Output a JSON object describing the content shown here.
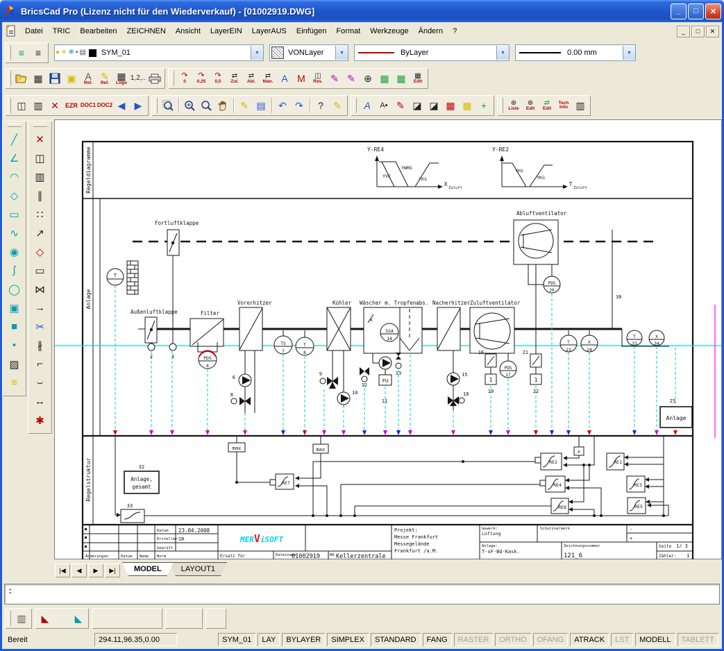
{
  "window": {
    "title": "BricsCad Pro (Lizenz nicht für den Wiederverkauf) - [01002919.DWG]",
    "controls": {
      "minimize": "_",
      "maximize": "□",
      "close": "✕"
    }
  },
  "menu": {
    "items": [
      "Datei",
      "TRIC",
      "Bearbeiten",
      "ZEICHNEN",
      "Ansicht",
      "LayerEIN",
      "LayerAUS",
      "Einfügen",
      "Format",
      "Werkzeuge",
      "Ändern",
      "?"
    ],
    "mdi": {
      "minimize": "_",
      "restore": "□",
      "close": "✕"
    }
  },
  "toolbar_layer": {
    "layer_name": "SYM_01",
    "vonlayer": "VONLayer",
    "linetype": "ByLayer",
    "lineweight": "0.00 mm",
    "dd": "▼"
  },
  "toolbar_tric": {
    "r0": "0",
    "r025": "0,25",
    "r05": "0,5",
    "zul": "Zul.",
    "abl": "Abl.",
    "man": "Man.",
    "a": "A",
    "m": "M",
    "res": "Res.",
    "edit": "Edit",
    "ref": "Ref.",
    "logo": "Logo",
    "num": "1,2,.."
  },
  "toolbar_doc": {
    "ezr": "EZR",
    "doc1": "DOC1",
    "doc2": "DOC2"
  },
  "toolbar_right": {
    "liste": "Liste",
    "edit": "Edit",
    "tech": "Tech",
    "info": "Info"
  },
  "icons": {
    "stack": "≡",
    "table": "▦",
    "copy": "▣",
    "rotate": "↷",
    "bulb": "●",
    "sun": "✳",
    "freeze": "❄",
    "lock": "▪",
    "plot": "▤",
    "swatch": "■",
    "win": "◫",
    "winbar": "▥",
    "winx": "✕",
    "page_prev": "◀",
    "page_next": "▶",
    "props": "▤",
    "undo": "↶",
    "redo": "↷",
    "question": "?",
    "pencil": "✎",
    "highlight": "✎",
    "atext": "A",
    "abox": "A▪",
    "brush": "✎",
    "dshape": "◪",
    "grid": "▦",
    "plus": "⊕",
    "swap": "⇄",
    "book": "▥",
    "pagezoom": "▥",
    "wedge": "◣",
    "target": "⊕",
    "flagplus": "+"
  },
  "tools_draw": {
    "line": "╱",
    "polyline": "∠",
    "arc": "◠",
    "polygon": "◇",
    "rect": "▭",
    "spline": "∿",
    "circle": "◉",
    "curve": "ʃ",
    "ellipse": "◯",
    "box": "▣",
    "solid": "■",
    "point": "•",
    "hatch": "▨",
    "leader": "≡"
  },
  "tools_mod": {
    "erase": "✕",
    "copy": "◫",
    "view": "▥",
    "offset": "∥",
    "array": "∷",
    "poly": "◇",
    "rect2": "▭",
    "movearr": "↗",
    "mirror": "⋈",
    "extend": "→",
    "trim": "✂",
    "break": "∦",
    "chamfer": "⌐",
    "fillet": "⌣",
    "explode": "✱",
    "stretch": "↔"
  },
  "drawing": {
    "sections": {
      "top": "Regeldiagramme",
      "mid": "Anlage",
      "bottom": "Regelstruktur"
    },
    "diag1": {
      "title": "Y-RE4",
      "l1": "YVE",
      "l2": "YWRG",
      "l3": "YKü",
      "ax": "X",
      "axs": "Zuluft"
    },
    "diag2": {
      "title": "Y-RE2",
      "l1": "YHz",
      "l2": "YKü",
      "ax": "T",
      "axs": "Zuluft"
    },
    "labels": {
      "fortluft": "Fortluftklappe",
      "aussenluft": "Außenluftklappe",
      "filter": "Filter",
      "vorerhitzer": "Vorerhitzer",
      "kuehler": "Kühler",
      "waescher": "Wäscher m. Tropfenabs.",
      "nacherhitzer": "Nacherhitzer",
      "zuluftvent": "Zuluftventilator",
      "abluftvent": "Abluftventilator"
    },
    "sensors": {
      "out_t": "T",
      "pds4a": "PDS",
      "pds4b": "4",
      "ts7a": "TS",
      "ts7b": "7",
      "t8a": "T",
      "t8b": "8",
      "ssa14a": "SSA",
      "ssa14b": "14",
      "pds17a": "PDS",
      "pds17b": "17",
      "pds20a": "PDS",
      "pds20b": "20",
      "t23a": "T",
      "t23b": "23",
      "x24a": "X",
      "x24b": "24",
      "t33a": "T",
      "t33b": "33",
      "x34a": "X",
      "x34b": "34"
    },
    "nums": {
      "n2": "2",
      "n3": "3",
      "n6": "6",
      "n8": "8",
      "n9": "9",
      "n10": "10",
      "n11": "11",
      "n12": "12",
      "n13": "13",
      "n15": "15",
      "n16": "16",
      "n18": "18",
      "n19": "19",
      "n21": "21",
      "n22": "22",
      "n25": "25",
      "n30": "30",
      "n32": "32",
      "n33": "33",
      "k": "k"
    },
    "boxes": {
      "fu": "FU",
      "one": "1",
      "max": "max",
      "x": "X",
      "re1": "RE1",
      "re2": "RE2",
      "re3": "RE3",
      "re4": "RE4",
      "re5": "RE5",
      "re7": "RE7",
      "re8": "RE8",
      "anlage1": "Anlage,",
      "anlage2": "gesamt",
      "anlage": "Anlage"
    },
    "titleblock": {
      "datum_l": "Datum",
      "datum": "23.04.2008",
      "ersteller_l": "Ersteller",
      "ersteller": "SR",
      "geprueft_l": "Geprüft",
      "aend": "Änderungen",
      "datum2": "Datum",
      "name": "Name",
      "norm": "Norm",
      "ersatz": "Ersatz für",
      "logo1": "MER",
      "logo2": "V",
      "logo3": "iSOFT",
      "datei_l": "Dateiname",
      "datei": "01002919",
      "ba": "BA",
      "ort": "Kellerzentrale",
      "projekt_l": "Projekt:",
      "p1": "Messe Frankfurt",
      "p2": "Messegelände",
      "p3": "Frankfurt /a.M.",
      "gewerk_l": "Gewerk:",
      "gewerk": "Lüftung",
      "schutz": "Schutzvermerk",
      "minus": "-",
      "plus": "+",
      "anlage_l": "Anlage:",
      "anlage": "T-xF-Bd-Kask.",
      "znr_l": "Zeichnungsnummer",
      "znr": "121_6",
      "seite_l": "Seite",
      "seite": "1/ 3",
      "zaehler_l": "Zähler:",
      "zaehler": "1"
    }
  },
  "tabs": {
    "model": "MODEL",
    "layout1": "LAYOUT1",
    "nav": [
      "|◀",
      "◀",
      "▶",
      "▶|"
    ]
  },
  "command": {
    "prompt": ":"
  },
  "statusbar": {
    "ready": "Bereit",
    "coords": "294.11,96.35,0.00",
    "layer": "SYM_01",
    "lay": "LAY",
    "bylayer": "BYLAYER",
    "simplex": "SIMPLEX",
    "standard": "STANDARD",
    "fang": "FANG",
    "raster": "RASTER",
    "ortho": "ORTHO",
    "ofang": "OFANG",
    "atrack": "ATRACK",
    "lst": "LST",
    "modell": "MODELL",
    "tablett": "TABLETT"
  },
  "colors": {
    "accent_cyan": "#00CFCF",
    "accent_magenta": "#FF00FF",
    "titlebar_blue": "#1E55C8",
    "close_red": "#D6492F",
    "logo_cyan": "#00D4E8",
    "logo_red": "#E01818"
  }
}
